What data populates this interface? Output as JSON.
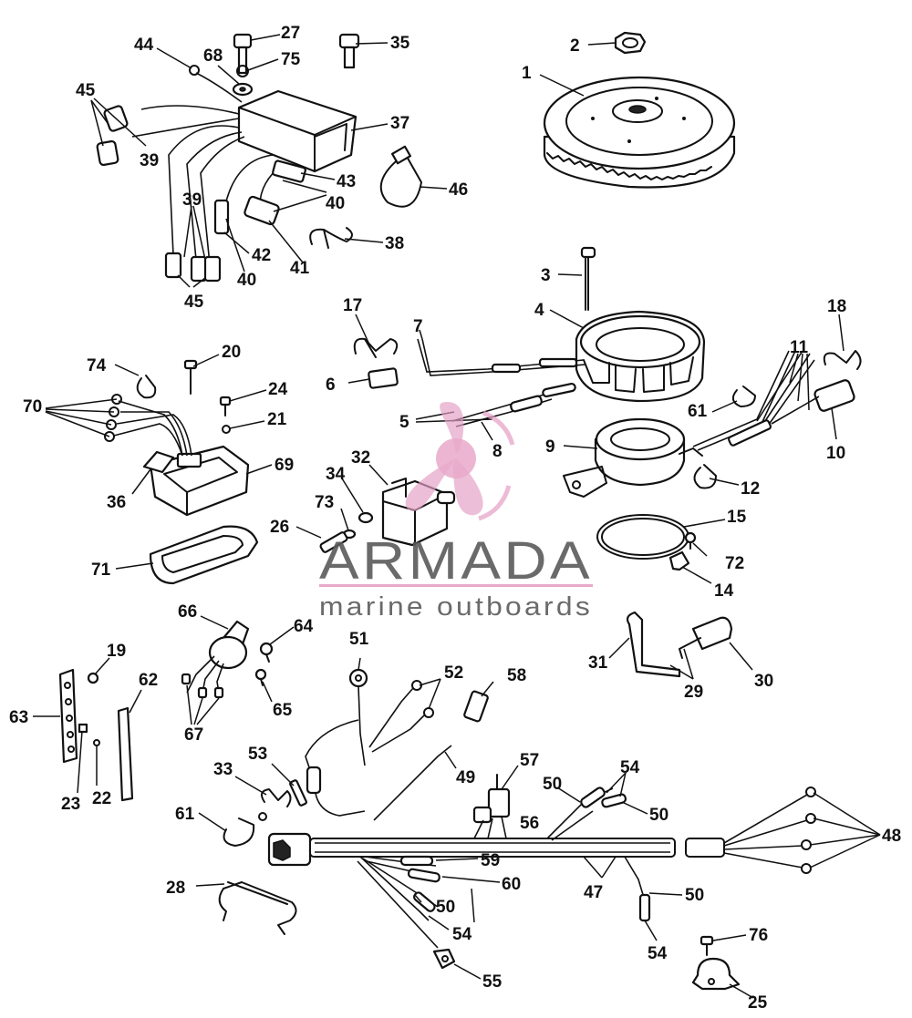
{
  "watermark": {
    "name": "ARMADA",
    "tagline": "marine outboards",
    "colors": {
      "pink": "#e6a0c4",
      "gray": "#5a5a5a"
    }
  },
  "callouts": [
    {
      "id": "c1",
      "label": "1"
    },
    {
      "id": "c2",
      "label": "2"
    },
    {
      "id": "c3",
      "label": "3"
    },
    {
      "id": "c4",
      "label": "4"
    },
    {
      "id": "c5",
      "label": "5"
    },
    {
      "id": "c6",
      "label": "6"
    },
    {
      "id": "c7",
      "label": "7"
    },
    {
      "id": "c8",
      "label": "8"
    },
    {
      "id": "c9",
      "label": "9"
    },
    {
      "id": "c10",
      "label": "10"
    },
    {
      "id": "c11",
      "label": "11"
    },
    {
      "id": "c12",
      "label": "12"
    },
    {
      "id": "c14",
      "label": "14"
    },
    {
      "id": "c15",
      "label": "15"
    },
    {
      "id": "c17",
      "label": "17"
    },
    {
      "id": "c18",
      "label": "18"
    },
    {
      "id": "c19",
      "label": "19"
    },
    {
      "id": "c20",
      "label": "20"
    },
    {
      "id": "c21",
      "label": "21"
    },
    {
      "id": "c22",
      "label": "22"
    },
    {
      "id": "c23",
      "label": "23"
    },
    {
      "id": "c24",
      "label": "24"
    },
    {
      "id": "c25",
      "label": "25"
    },
    {
      "id": "c26",
      "label": "26"
    },
    {
      "id": "c27",
      "label": "27"
    },
    {
      "id": "c28",
      "label": "28"
    },
    {
      "id": "c29",
      "label": "29"
    },
    {
      "id": "c30",
      "label": "30"
    },
    {
      "id": "c31",
      "label": "31"
    },
    {
      "id": "c32",
      "label": "32"
    },
    {
      "id": "c33",
      "label": "33"
    },
    {
      "id": "c34",
      "label": "34"
    },
    {
      "id": "c35",
      "label": "35"
    },
    {
      "id": "c36",
      "label": "36"
    },
    {
      "id": "c37",
      "label": "37"
    },
    {
      "id": "c38",
      "label": "38"
    },
    {
      "id": "c39a",
      "label": "39"
    },
    {
      "id": "c39b",
      "label": "39"
    },
    {
      "id": "c40a",
      "label": "40"
    },
    {
      "id": "c40b",
      "label": "40"
    },
    {
      "id": "c41",
      "label": "41"
    },
    {
      "id": "c42",
      "label": "42"
    },
    {
      "id": "c43",
      "label": "43"
    },
    {
      "id": "c44",
      "label": "44"
    },
    {
      "id": "c45a",
      "label": "45"
    },
    {
      "id": "c45b",
      "label": "45"
    },
    {
      "id": "c46",
      "label": "46"
    },
    {
      "id": "c47",
      "label": "47"
    },
    {
      "id": "c48",
      "label": "48"
    },
    {
      "id": "c49",
      "label": "49"
    },
    {
      "id": "c50a",
      "label": "50"
    },
    {
      "id": "c50b",
      "label": "50"
    },
    {
      "id": "c50c",
      "label": "50"
    },
    {
      "id": "c50d",
      "label": "50"
    },
    {
      "id": "c51",
      "label": "51"
    },
    {
      "id": "c52",
      "label": "52"
    },
    {
      "id": "c53",
      "label": "53"
    },
    {
      "id": "c54a",
      "label": "54"
    },
    {
      "id": "c54b",
      "label": "54"
    },
    {
      "id": "c54c",
      "label": "54"
    },
    {
      "id": "c55",
      "label": "55"
    },
    {
      "id": "c56",
      "label": "56"
    },
    {
      "id": "c57",
      "label": "57"
    },
    {
      "id": "c58",
      "label": "58"
    },
    {
      "id": "c59",
      "label": "59"
    },
    {
      "id": "c60",
      "label": "60"
    },
    {
      "id": "c61a",
      "label": "61"
    },
    {
      "id": "c61b",
      "label": "61"
    },
    {
      "id": "c62",
      "label": "62"
    },
    {
      "id": "c63",
      "label": "63"
    },
    {
      "id": "c64",
      "label": "64"
    },
    {
      "id": "c65",
      "label": "65"
    },
    {
      "id": "c66",
      "label": "66"
    },
    {
      "id": "c67",
      "label": "67"
    },
    {
      "id": "c68",
      "label": "68"
    },
    {
      "id": "c69",
      "label": "69"
    },
    {
      "id": "c70",
      "label": "70"
    },
    {
      "id": "c71",
      "label": "71"
    },
    {
      "id": "c72",
      "label": "72"
    },
    {
      "id": "c73",
      "label": "73"
    },
    {
      "id": "c74",
      "label": "74"
    },
    {
      "id": "c75",
      "label": "75"
    },
    {
      "id": "c76",
      "label": "76"
    }
  ]
}
